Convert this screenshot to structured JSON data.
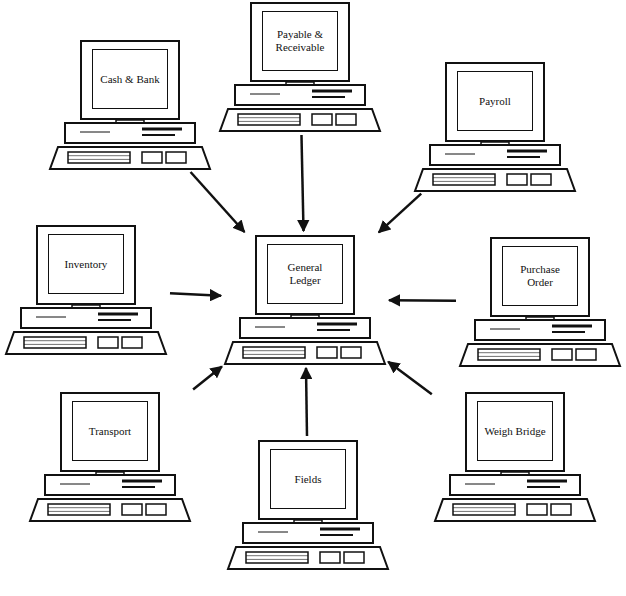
{
  "diagram": {
    "nodes": [
      {
        "text": [
          "Cash & Bank"
        ]
      },
      {
        "text": [
          "Payable & Receivable"
        ]
      },
      {
        "text": [
          "Payroll"
        ]
      },
      {
        "text": [
          "Inventory"
        ]
      },
      {
        "text": [
          "General Ledger"
        ]
      },
      {
        "text": [
          "Purchase Order"
        ]
      },
      {
        "text": [
          "Transport"
        ]
      },
      {
        "text": [
          "Weigh Bridge"
        ]
      },
      {
        "text": [
          "Fields"
        ]
      }
    ],
    "edges": [
      {
        "from": 0,
        "to": 4,
        "arrow": "to"
      },
      {
        "from": 1,
        "to": 4,
        "arrow": "to"
      },
      {
        "from": 2,
        "to": 4,
        "arrow": "to"
      },
      {
        "from": 3,
        "to": 4,
        "arrow": "to"
      },
      {
        "from": 5,
        "to": 4,
        "arrow": "to"
      },
      {
        "from": 6,
        "to": 4,
        "arrow": "to"
      },
      {
        "from": 7,
        "to": 4,
        "arrow": "to"
      },
      {
        "from": 8,
        "to": 4,
        "arrow": "to"
      }
    ]
  }
}
